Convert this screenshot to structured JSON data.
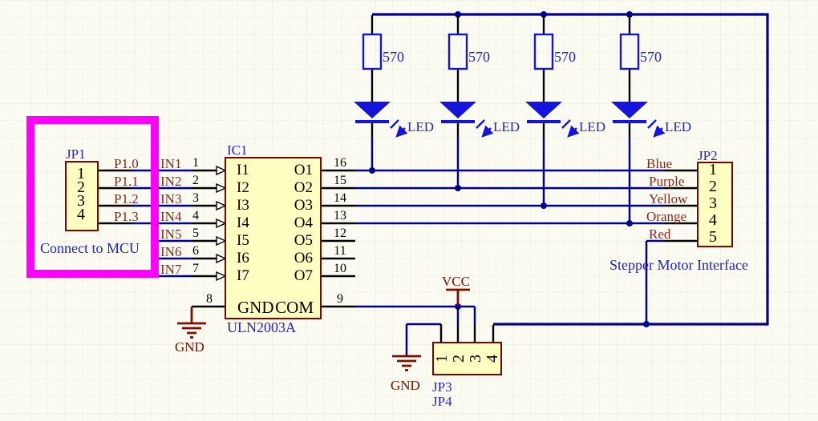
{
  "schematic": {
    "jp1": {
      "designator": "JP1",
      "caption": "Connect to MCU",
      "pins": [
        "1",
        "2",
        "3",
        "4"
      ]
    },
    "jp2": {
      "designator": "JP2",
      "caption": "Stepper Motor Interface",
      "pins": [
        "1",
        "2",
        "3",
        "4",
        "5"
      ]
    },
    "jp3": {
      "designator": "JP3",
      "designator2": "JP4",
      "pins": [
        "1",
        "2",
        "3",
        "4"
      ]
    },
    "ic1": {
      "designator": "IC1",
      "part": "ULN2003A",
      "input_names": [
        "I1",
        "I2",
        "I3",
        "I4",
        "I5",
        "I6",
        "I7"
      ],
      "input_numbers": [
        "1",
        "2",
        "3",
        "4",
        "5",
        "6",
        "7"
      ],
      "output_names": [
        "O1",
        "O2",
        "O3",
        "O4",
        "O5",
        "O6",
        "O7"
      ],
      "output_numbers": [
        "16",
        "15",
        "14",
        "13",
        "12",
        "11",
        "10"
      ],
      "gnd_name": "GND",
      "gnd_number": "8",
      "com_name": "COM",
      "com_number": "9"
    },
    "resistors": [
      {
        "value": "570"
      },
      {
        "value": "570"
      },
      {
        "value": "570"
      },
      {
        "value": "570"
      }
    ],
    "leds": [
      {
        "label": "LED"
      },
      {
        "label": "LED"
      },
      {
        "label": "LED"
      },
      {
        "label": "LED"
      }
    ],
    "net_labels": {
      "mcu": [
        "P1.0",
        "P1.1",
        "P1.2",
        "P1.3"
      ],
      "inputs": [
        "IN1",
        "IN2",
        "IN3",
        "IN4",
        "IN5",
        "IN6",
        "IN7"
      ],
      "motor": [
        "Blue",
        "Purple",
        "Yellow",
        "Orange",
        "Red"
      ]
    },
    "power": {
      "vcc": "VCC",
      "gnd_ic": "GND",
      "gnd_jp3": "GND"
    },
    "colors": {
      "background": "#FCFBF1",
      "grid": "#E8E8DE",
      "wire": "#00008B",
      "component_blue": "#1414DC",
      "net_label": "#8E2418",
      "power": "#7A0E00",
      "blue_text": "#2323C0",
      "body_fill": "#FFFFC2",
      "body_border": "#7F0202",
      "highlight": "#FF00FF",
      "pin": "#000000"
    }
  }
}
